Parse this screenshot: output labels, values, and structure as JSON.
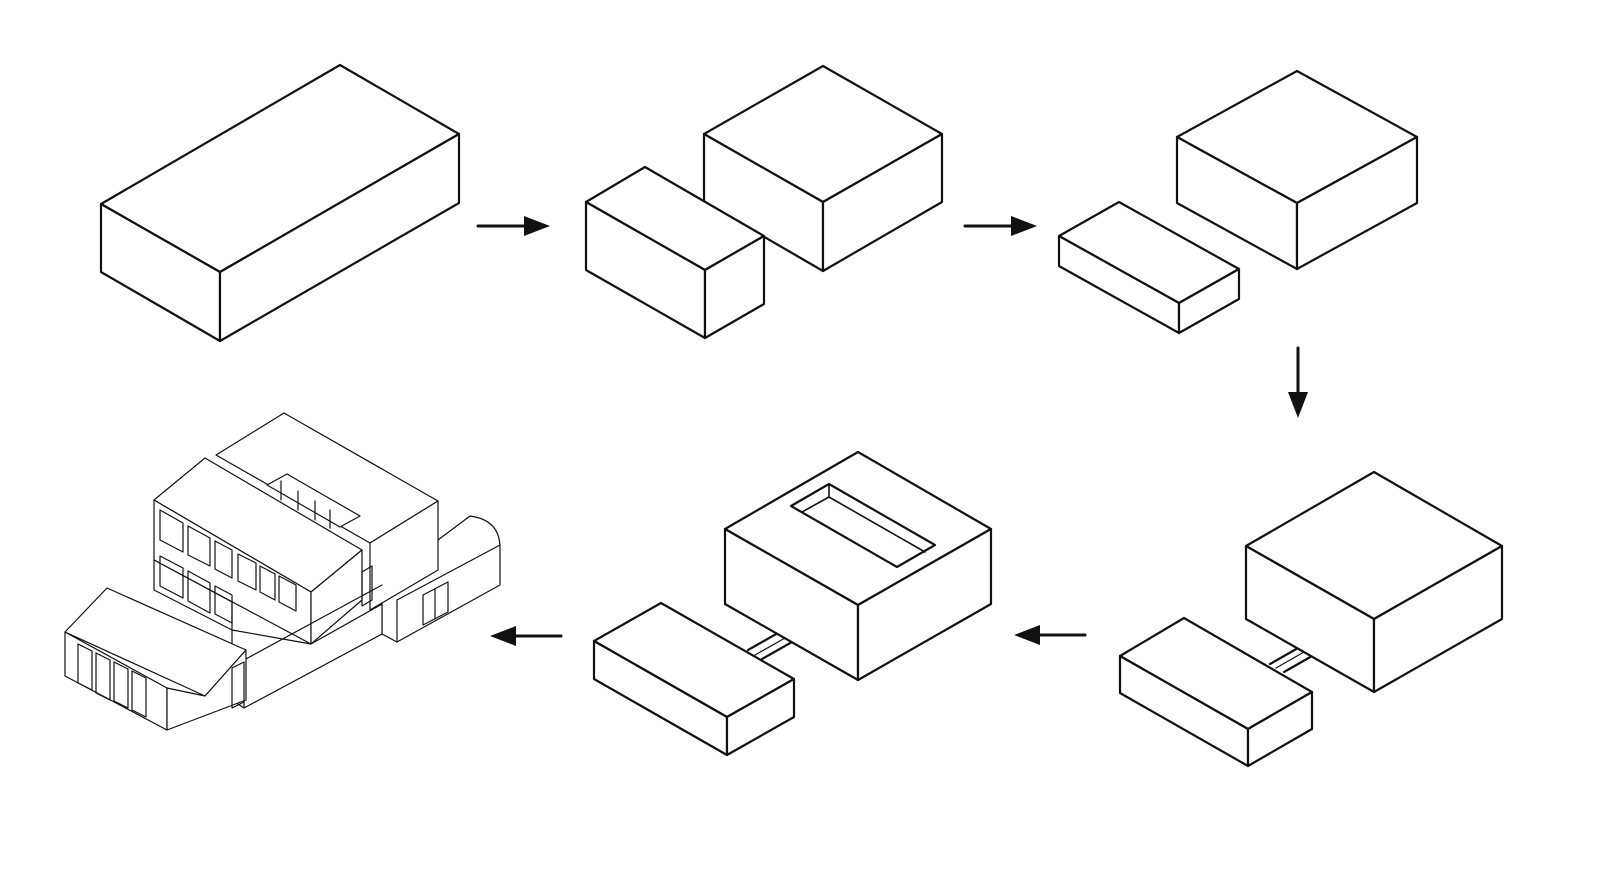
{
  "diagram": {
    "steps": [
      {
        "id": "step-1",
        "description": "single-volume"
      },
      {
        "id": "step-2",
        "description": "split-volumes"
      },
      {
        "id": "step-3",
        "description": "lowered-small-volume"
      },
      {
        "id": "step-4",
        "description": "connected-volumes"
      },
      {
        "id": "step-5",
        "description": "courtyard-void"
      },
      {
        "id": "step-6",
        "description": "final-house"
      }
    ],
    "arrows": [
      {
        "id": "arrow-1",
        "direction": "right"
      },
      {
        "id": "arrow-2",
        "direction": "right"
      },
      {
        "id": "arrow-3",
        "direction": "down"
      },
      {
        "id": "arrow-4",
        "direction": "left"
      },
      {
        "id": "arrow-5",
        "direction": "left"
      }
    ],
    "line_color": "#111111",
    "background_color": "#ffffff"
  }
}
